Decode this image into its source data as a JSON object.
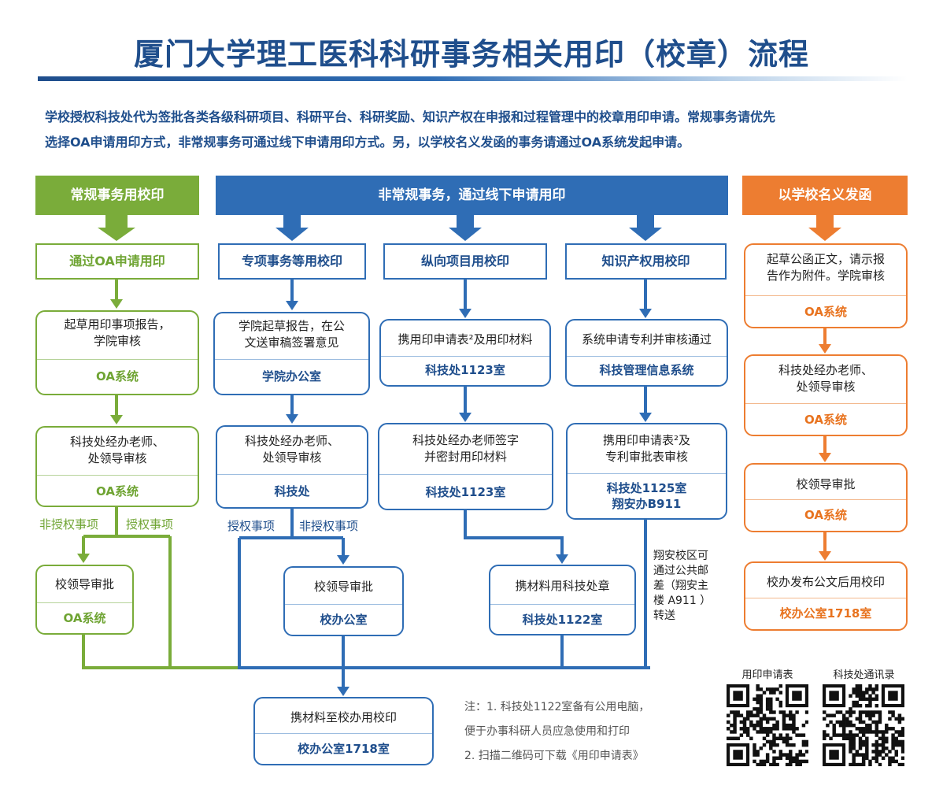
{
  "title": "厦门大学理工医科科研事务相关用印（校章）流程",
  "intro": {
    "line1": "学校授权科技处代为签批各类各级科研项目、科研平台、科研奖励、知识产权在申报和过程管理中的校章用印申请。常规事务请优先",
    "line2": "选择OA申请用印方式，非常规事务可通过线下申请用印方式。另，以学校名义发函的事务请通过OA系统发起申请。"
  },
  "headers": {
    "routine": "常规事务用校印",
    "offline": "非常规事务，通过线下申请用印",
    "official": "以学校名义发函"
  },
  "colors": {
    "green": "#7aac3a",
    "blue": "#2f6db5",
    "orange": "#ed7d31",
    "title": "#1f4e8c"
  },
  "green": {
    "sub": "通过OA申请用印",
    "step1": {
      "top1": "起草用印事项报告，",
      "top2": "学院审核",
      "bottom": "OA系统"
    },
    "step2": {
      "top1": "科技处经办老师、",
      "top2": "处领导审核",
      "bottom": "OA系统"
    },
    "label_nonauth": "非授权事项",
    "label_auth": "授权事项",
    "step3": {
      "top": "校领导审批",
      "bottom": "OA系统"
    }
  },
  "special": {
    "sub": "专项事务等用校印",
    "step1": {
      "top1": "学院起草报告，在公",
      "top2": "文送审稿签署意见",
      "bottom": "学院办公室"
    },
    "step2": {
      "top1": "科技处经办老师、",
      "top2": "处领导审核",
      "bottom": "科技处"
    },
    "label_auth": "授权事项",
    "label_nonauth": "非授权事项",
    "step3": {
      "top": "校领导审批",
      "bottom": "校办公室"
    }
  },
  "vertical": {
    "sub": "纵向项目用校印",
    "step1": {
      "top": "携用印申请表²及用印材料",
      "bottom": "科技处1123室"
    },
    "step2": {
      "top1": "科技处经办老师签字",
      "top2": "并密封用印材料",
      "bottom": "科技处1123室"
    },
    "step3": {
      "top": "携材料用科技处章",
      "bottom": "科技处1122室"
    }
  },
  "ip": {
    "sub": "知识产权用校印",
    "step1": {
      "top": "系统申请专利并审核通过",
      "bottom": "科技管理信息系统"
    },
    "step2": {
      "top1": "携用印申请表²及",
      "top2": "专利审批表审核",
      "bottom1": "科技处1125室",
      "bottom2": "翔安办B911"
    },
    "side_note": [
      "翔安校区可",
      "通过公共邮",
      "差（翔安主",
      "楼 A911 ）",
      "转送"
    ]
  },
  "final": {
    "top": "携材料至校办用校印",
    "bottom": "校办公室1718室"
  },
  "orange": {
    "step1": {
      "top1": "起草公函正文，请示报",
      "top2": "告作为附件。学院审核",
      "bottom": "OA系统"
    },
    "step2": {
      "top1": "科技处经办老师、",
      "top2": "处领导审核",
      "bottom": "OA系统"
    },
    "step3": {
      "top": "校领导审批",
      "bottom": "OA系统"
    },
    "step4": {
      "top": "校办发布公文后用校印",
      "bottom": "校办公室1718室"
    }
  },
  "notes": {
    "line1": "注：1. 科技处1122室备有公用电脑，",
    "line2": "便于办事科研人员应急使用和打印",
    "line3": "2. 扫描二维码可下载《用印申请表》"
  },
  "qr": {
    "label1": "用印申请表",
    "label2": "科技处通讯录"
  }
}
